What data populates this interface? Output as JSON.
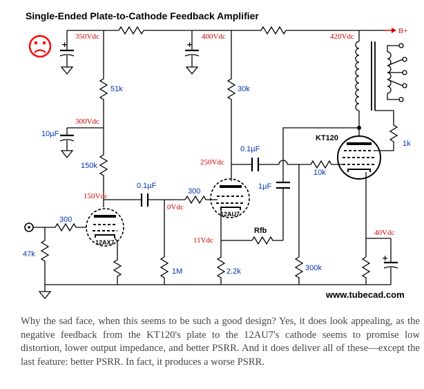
{
  "title": "Single-Ended Plate-to-Cathode Feedback Amplifier",
  "voltages": {
    "v350": "350Vdc",
    "v400": "400Vdc",
    "v420": "420Vdc",
    "v300": "300Vdc",
    "v250": "250Vdc",
    "v150": "150Vdc",
    "v0": "0Vdc",
    "v11": "11Vdc",
    "v40": "40Vdc"
  },
  "components": {
    "r51k": "51k",
    "r30k": "30k",
    "c10u": "10µF",
    "r150k": "150k",
    "c01u_a": "0.1µF",
    "r300_a": "300",
    "r300_b": "300",
    "c01u_b": "0.1µF",
    "c1u": "1µF",
    "r10k": "10k",
    "r1k": "1k",
    "r47k": "47k",
    "r1m": "1M",
    "r2k2": "2.2k",
    "r300k": "300k",
    "rfb": "Rfb"
  },
  "tubes": {
    "t1": "12AX7",
    "t2": "12AU7",
    "t3": "KT120"
  },
  "bplus": "B+",
  "website": "www.tubecad.com",
  "caption": "Why the sad face, when this seems to be such a good design? Yes, it does look appealing, as the negative feedback from the KT120's plate to the 12AU7's cathode seems to promise low distortion, lower output impedance, and better PSRR. And it does deliver all of these—except the last feature: better PSRR. In fact, it produces a worse PSRR.",
  "colors": {
    "voltage_text": "#cc0000",
    "label_text": "#0033aa",
    "sad_face": "#ff0000",
    "bplus_arrow": "#cc0000",
    "caption_text": "#444444"
  }
}
